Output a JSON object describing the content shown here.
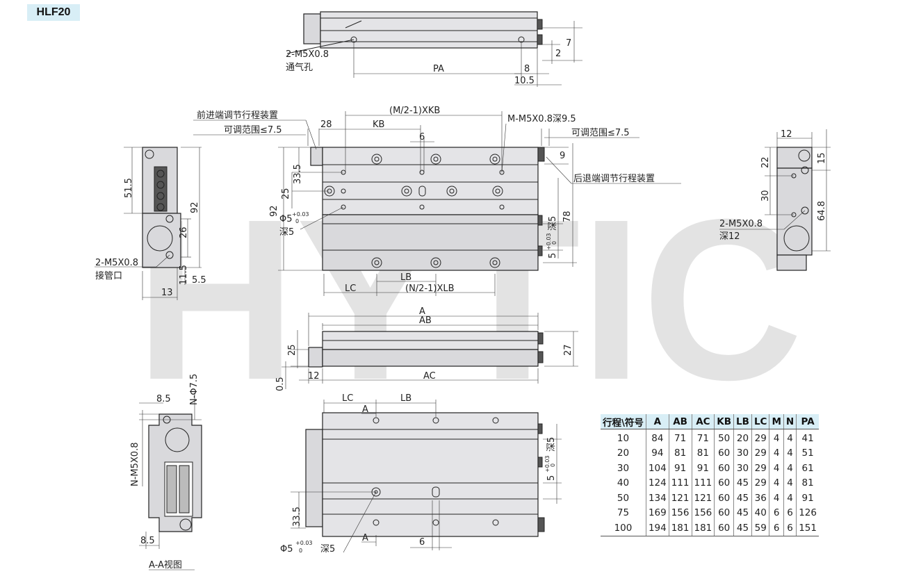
{
  "model": "HLF20",
  "watermark": "HYTIC",
  "top_view": {
    "vent_label": "2-M5X0.8",
    "vent_desc": "通气孔",
    "dims": {
      "pa": "PA",
      "d7": "7",
      "d2": "2",
      "d8": "8",
      "d10_5": "10.5"
    }
  },
  "front_view": {
    "front_adjuster": "前进端调节行程装置",
    "front_range": "可调范围≤7.5",
    "rear_range": "可调范围≤7.5",
    "rear_adjuster": "后退端调节行程装置",
    "mount_thread": "M-M5X0.8深9.5",
    "dims": {
      "mkb": "(M/2-1)XKB",
      "kb": "KB",
      "d28": "28",
      "d6": "6",
      "d9": "9",
      "d33_5": "33.5",
      "d25": "25",
      "d92": "92",
      "phi5": "Φ5",
      "tol_up": "+0.03",
      "tol_lo": "0",
      "depth5": "深5",
      "deep5_side": "深5",
      "d5": "5",
      "d78": "78",
      "lc": "LC",
      "lb": "LB",
      "nlb": "(N/2-1)XLB"
    }
  },
  "left_view": {
    "port_label": "2-M5X0.8",
    "port_desc": "接管口",
    "dims": {
      "d51_5": "51.5",
      "d92": "92",
      "d26": "26",
      "d11_5": "11.5",
      "d5_5": "5.5",
      "d13": "13"
    }
  },
  "right_view": {
    "thread_label": "2-M5X0.8",
    "thread_depth": "深12",
    "dims": {
      "d12": "12",
      "d22": "22",
      "d15": "15",
      "d30": "30",
      "d64_8": "64.8"
    }
  },
  "side_view": {
    "dims": {
      "a": "A",
      "ab": "AB",
      "d25": "25",
      "d27": "27",
      "d0_5": "0.5",
      "d12": "12",
      "ac": "AC"
    }
  },
  "section_view": {
    "title": "A-A视图",
    "dims": {
      "d8_5_top": "8.5",
      "n_phi": "N-Φ7.5",
      "n_thread": "N-M5X0.8",
      "d8_5_bot": "8.5"
    }
  },
  "bottom_view": {
    "dims": {
      "lc": "LC",
      "lb": "LB",
      "section_top": "A",
      "section_bot": "A",
      "d33_5": "33.5",
      "phi5": "Φ5",
      "tol_up": "+0.03",
      "tol_lo": "0",
      "depth5": "深5",
      "d6": "6",
      "deep5_side": "深5",
      "d5": "5"
    }
  },
  "spec_table": {
    "headers": [
      "行程\\符号",
      "A",
      "AB",
      "AC",
      "KB",
      "LB",
      "LC",
      "M",
      "N",
      "PA"
    ],
    "rows": [
      [
        "10",
        "84",
        "71",
        "71",
        "50",
        "20",
        "29",
        "4",
        "4",
        "41"
      ],
      [
        "20",
        "94",
        "81",
        "81",
        "60",
        "30",
        "29",
        "4",
        "4",
        "51"
      ],
      [
        "30",
        "104",
        "91",
        "91",
        "60",
        "30",
        "29",
        "4",
        "4",
        "61"
      ],
      [
        "40",
        "124",
        "111",
        "111",
        "60",
        "45",
        "29",
        "4",
        "4",
        "81"
      ],
      [
        "50",
        "134",
        "121",
        "121",
        "60",
        "45",
        "36",
        "4",
        "4",
        "91"
      ],
      [
        "75",
        "169",
        "156",
        "156",
        "60",
        "45",
        "40",
        "6",
        "6",
        "126"
      ],
      [
        "100",
        "194",
        "181",
        "181",
        "60",
        "45",
        "59",
        "6",
        "6",
        "151"
      ]
    ]
  }
}
